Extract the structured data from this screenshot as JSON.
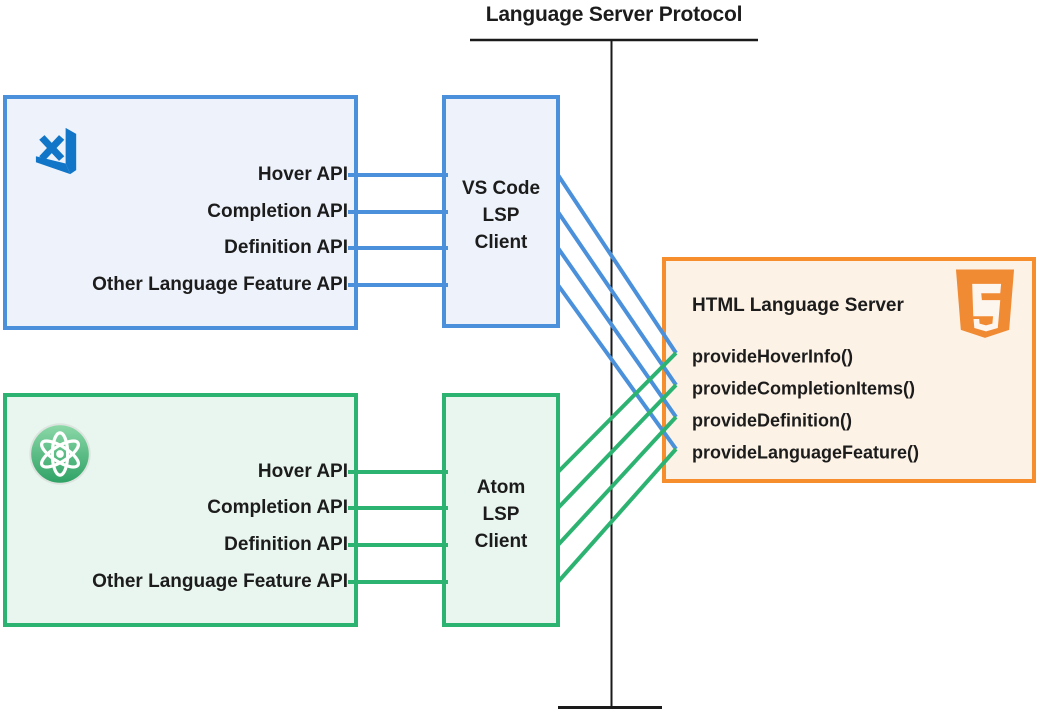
{
  "title": "Language Server Protocol",
  "vscode_editor": {
    "icon": "vscode-icon",
    "apis": [
      "Hover API",
      "Completion API",
      "Definition API",
      "Other Language Feature API"
    ]
  },
  "vscode_client": {
    "lines": [
      "VS Code",
      "LSP",
      "Client"
    ]
  },
  "atom_editor": {
    "icon": "atom-icon",
    "apis": [
      "Hover API",
      "Completion API",
      "Definition API",
      "Other Language Feature API"
    ]
  },
  "atom_client": {
    "lines": [
      "Atom",
      "LSP",
      "Client"
    ]
  },
  "server": {
    "title": "HTML Language Server",
    "icon": "html5-icon",
    "methods": [
      "provideHoverInfo()",
      "provideCompletionItems()",
      "provideDefinition()",
      "provideLanguageFeature()"
    ]
  },
  "colors": {
    "blue": "#4a90da",
    "blue_fill": "#eef3fb",
    "green": "#2db371",
    "green_fill": "#e9f6ef",
    "orange": "#f78e2e",
    "orange_fill": "#fdf2e6",
    "protocol_line": "#1a1a1a",
    "ink": "#1c1c1c",
    "vscode_logo": "#1176c8",
    "html5_logo": "#f08a33"
  }
}
